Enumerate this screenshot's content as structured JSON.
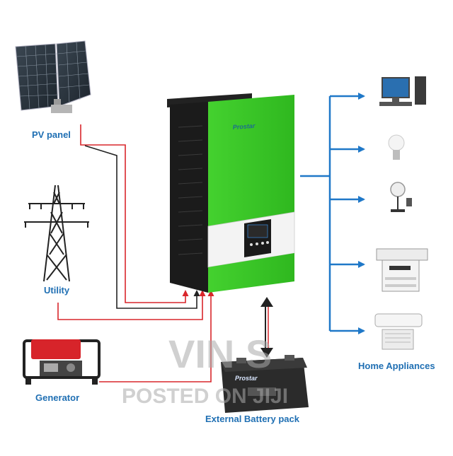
{
  "labels": {
    "pv_panel": "PV panel",
    "utility": "Utility",
    "generator": "Generator",
    "battery": "External Battery pack",
    "home": "Home Appliances"
  },
  "brand": {
    "inverter": "Prostar",
    "battery": "Prostar"
  },
  "watermark": {
    "line1": "VIN S",
    "line2": "POSTED ON JIJI"
  },
  "colors": {
    "label": "#1f6fb3",
    "arrow_blue": "#1f78c8",
    "wire_red": "#d9262b",
    "wire_black": "#222222",
    "inverter_green": "#3cc62a"
  },
  "icons": [
    "solar-panel-icon",
    "power-tower-icon",
    "generator-icon",
    "battery-icon",
    "computer-icon",
    "light-bulb-icon",
    "fan-icon",
    "printer-icon",
    "air-conditioner-icon"
  ]
}
